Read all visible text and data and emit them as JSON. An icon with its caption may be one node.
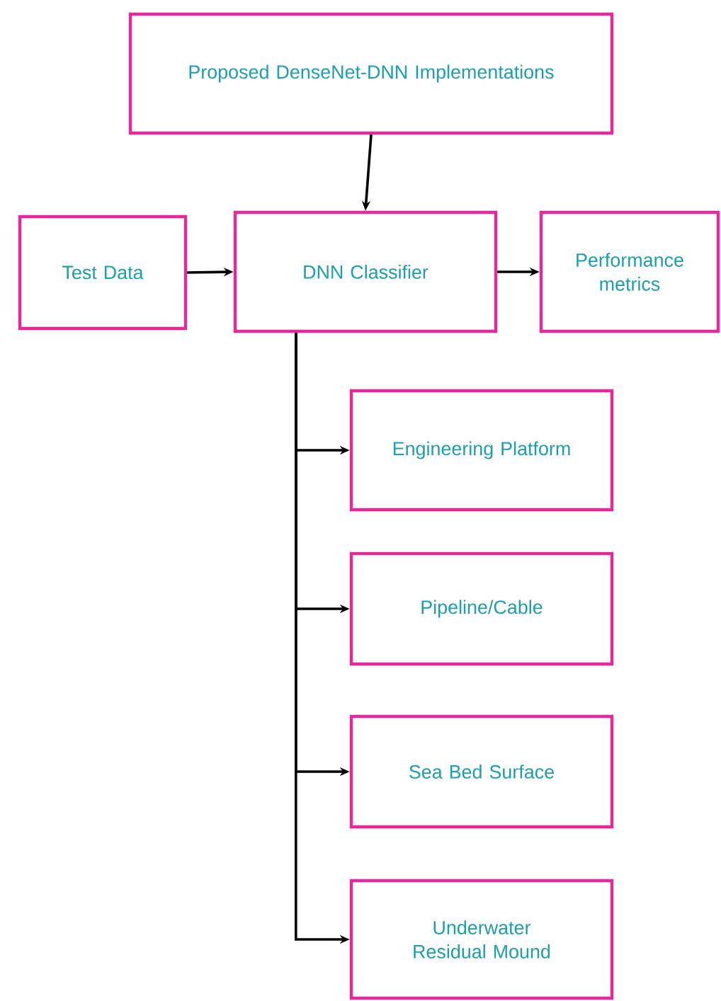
{
  "diagram": {
    "nodes": [
      {
        "text": [
          "Proposed DenseNet-DNN Implementations"
        ]
      },
      {
        "text": [
          "Test Data"
        ]
      },
      {
        "text": [
          "DNN Classifier"
        ]
      },
      {
        "text": [
          "Performance metrics"
        ]
      },
      {
        "text": [
          "Engineering Platform"
        ]
      },
      {
        "text": [
          "Pipeline/Cable"
        ]
      },
      {
        "text": [
          "Sea Bed Surface"
        ]
      },
      {
        "text": [
          "Underwater Residual Mound"
        ]
      }
    ],
    "edges": [
      {
        "from": 0,
        "to": 2,
        "arrow": "to"
      },
      {
        "from": 1,
        "to": 2,
        "arrow": "to"
      },
      {
        "from": 2,
        "to": 3,
        "arrow": "to"
      },
      {
        "from": 2,
        "to": 4,
        "arrow": "to"
      },
      {
        "from": 2,
        "to": 5,
        "arrow": "to"
      },
      {
        "from": 2,
        "to": 6,
        "arrow": "to"
      },
      {
        "from": 2,
        "to": 7,
        "arrow": "to"
      }
    ]
  }
}
